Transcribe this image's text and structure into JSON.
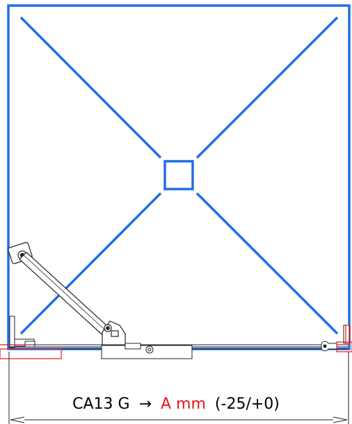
{
  "colors": {
    "tray": "#1e6fe3",
    "frame_line": "#222222",
    "accent_red": "#e8141b",
    "background": "#ffffff"
  },
  "dimension": {
    "code": "CA13 G",
    "arrow": "→",
    "variable": "A mm",
    "tolerance": "(-25/+0)"
  }
}
